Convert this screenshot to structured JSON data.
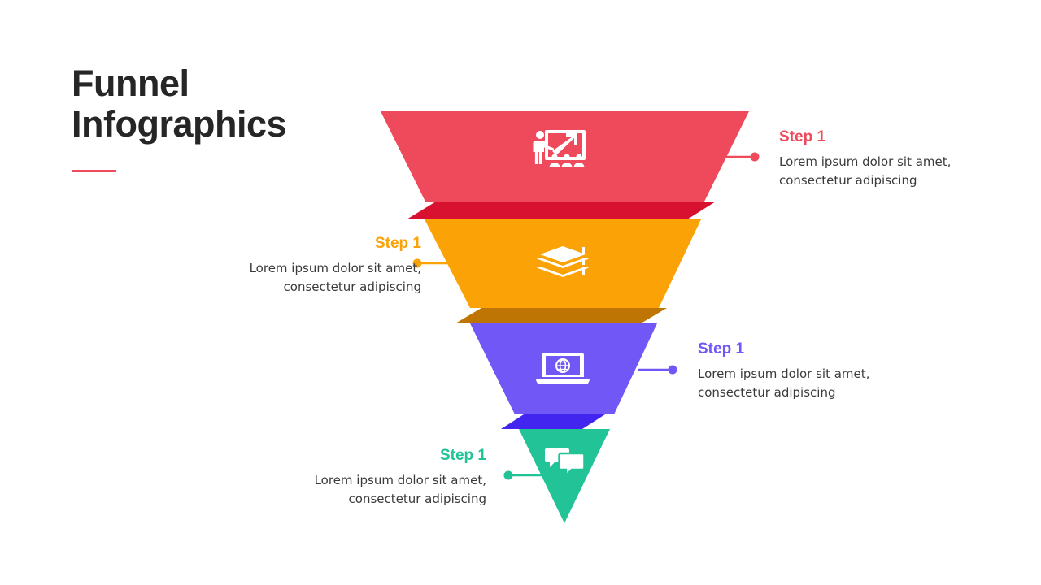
{
  "slide": {
    "title": "Funnel\nInfographics",
    "title_color": "#262626",
    "accent_rule_color": "#EF4A5B",
    "background": "#FFFFFF"
  },
  "funnel": {
    "type": "inverted-funnel",
    "segment_count": 4,
    "segments": [
      {
        "index": 1,
        "color": "#EF4A5B",
        "shadow_color": "#D81130",
        "icon": "presentation-training-icon",
        "label": "Step 1",
        "description": "Lorem ipsum dolor sit amet, consectetur adipiscing",
        "callout_side": "right",
        "connector_color": "#EF4A5B"
      },
      {
        "index": 2,
        "color": "#FBA306",
        "shadow_color": "#BE7504",
        "icon": "books-stack-icon",
        "label": "Step 1",
        "description": "Lorem ipsum dolor sit amet, consectetur adipiscing",
        "callout_side": "left",
        "connector_color": "#FBA306"
      },
      {
        "index": 3,
        "color": "#7158F6",
        "shadow_color": "#4226F0",
        "icon": "laptop-globe-icon",
        "label": "Step 1",
        "description": "Lorem ipsum dolor sit amet, consectetur adipiscing",
        "callout_side": "right",
        "connector_color": "#7158F6"
      },
      {
        "index": 4,
        "color": "#22C397",
        "shadow_color": "#22C397",
        "icon": "chat-bubbles-icon",
        "label": "Step 1",
        "description": "Lorem ipsum dolor sit amet, consectetur adipiscing",
        "callout_side": "left",
        "connector_color": "#22C397"
      }
    ]
  }
}
